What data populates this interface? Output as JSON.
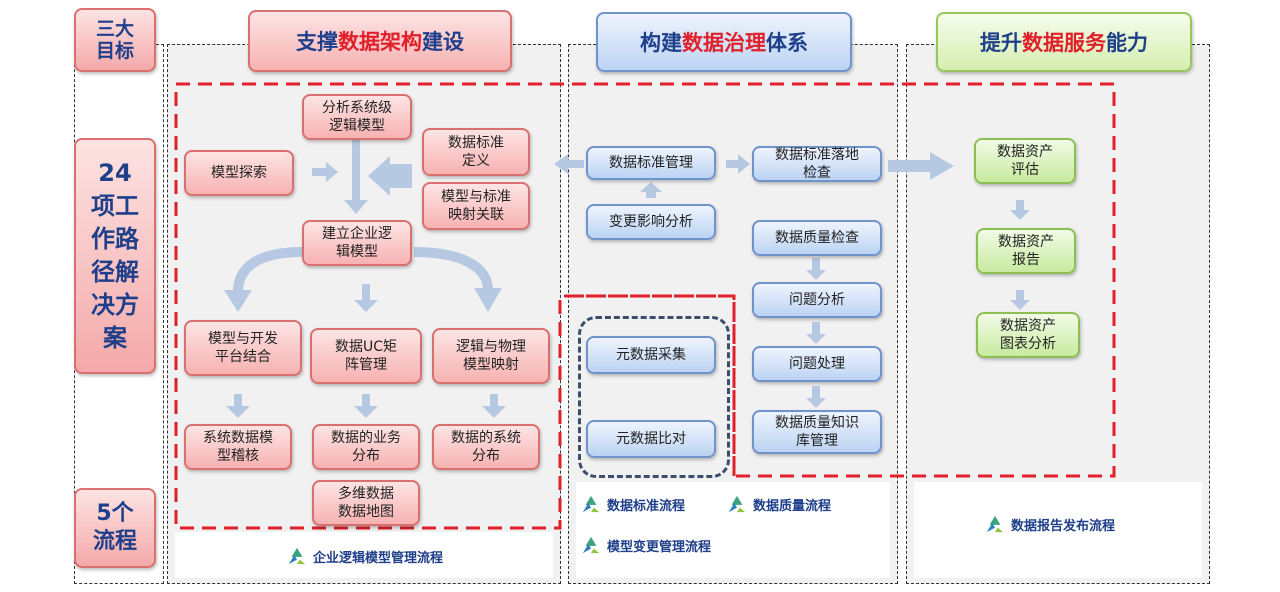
{
  "left_labels": {
    "goals": "三大\n目标",
    "work_items": "24\n项工\n作路\n径解\n决方\n案",
    "processes": "5个\n流程"
  },
  "headers": {
    "architecture": {
      "pre": "支撑",
      "hl": "数据架构",
      "post": "建设"
    },
    "governance": {
      "pre": "构建",
      "hl": "数据治理",
      "post": "体系"
    },
    "service": {
      "pre": "提升",
      "hl": "数据服务",
      "post": "能力"
    }
  },
  "arch_boxes": {
    "model_explore": "模型探索",
    "analysis_logic_model": "分析系统级\n逻辑模型",
    "data_standard_def": "数据标准\n定义",
    "model_standard_map": "模型与标准\n映射关联",
    "build_enterprise_model": "建立企业逻\n辑模型",
    "model_dev_platform": "模型与开发\n平台结合",
    "data_uc_matrix": "数据UC矩\n阵管理",
    "logic_physical_map": "逻辑与物理\n模型映射",
    "system_data_audit": "系统数据模\n型稽核",
    "data_business_dist": "数据的业务\n分布",
    "data_system_dist": "数据的系统\n分布",
    "multi_dim_map": "多维数据\n数据地图"
  },
  "gov_boxes": {
    "standard_mgmt": "数据标准管理",
    "change_impact": "变更影响分析",
    "standard_check": "数据标准落地\n检查",
    "quality_check": "数据质量检查",
    "issue_analysis": "问题分析",
    "issue_handling": "问题处理",
    "quality_knowledge": "数据质量知识\n库管理",
    "metadata_collect": "元数据采集",
    "metadata_compare": "元数据比对"
  },
  "svc_boxes": {
    "asset_eval": "数据资产\n评估",
    "asset_report": "数据资产\n报告",
    "asset_chart": "数据资产\n图表分析"
  },
  "legends": {
    "enterprise_logic_flow": "企业逻辑模型管理流程",
    "standard_flow": "数据标准流程",
    "quality_flow": "数据质量流程",
    "model_change_flow": "模型变更管理流程",
    "report_publish_flow": "数据报告发布流程"
  },
  "colors": {
    "highlight_red": "#e0202a",
    "title_navy": "#1f3f8a",
    "pink": "#f7b2b2",
    "blue": "#bcd3f3",
    "green": "#c8ea9f",
    "arrow": "#b7c9e2"
  }
}
